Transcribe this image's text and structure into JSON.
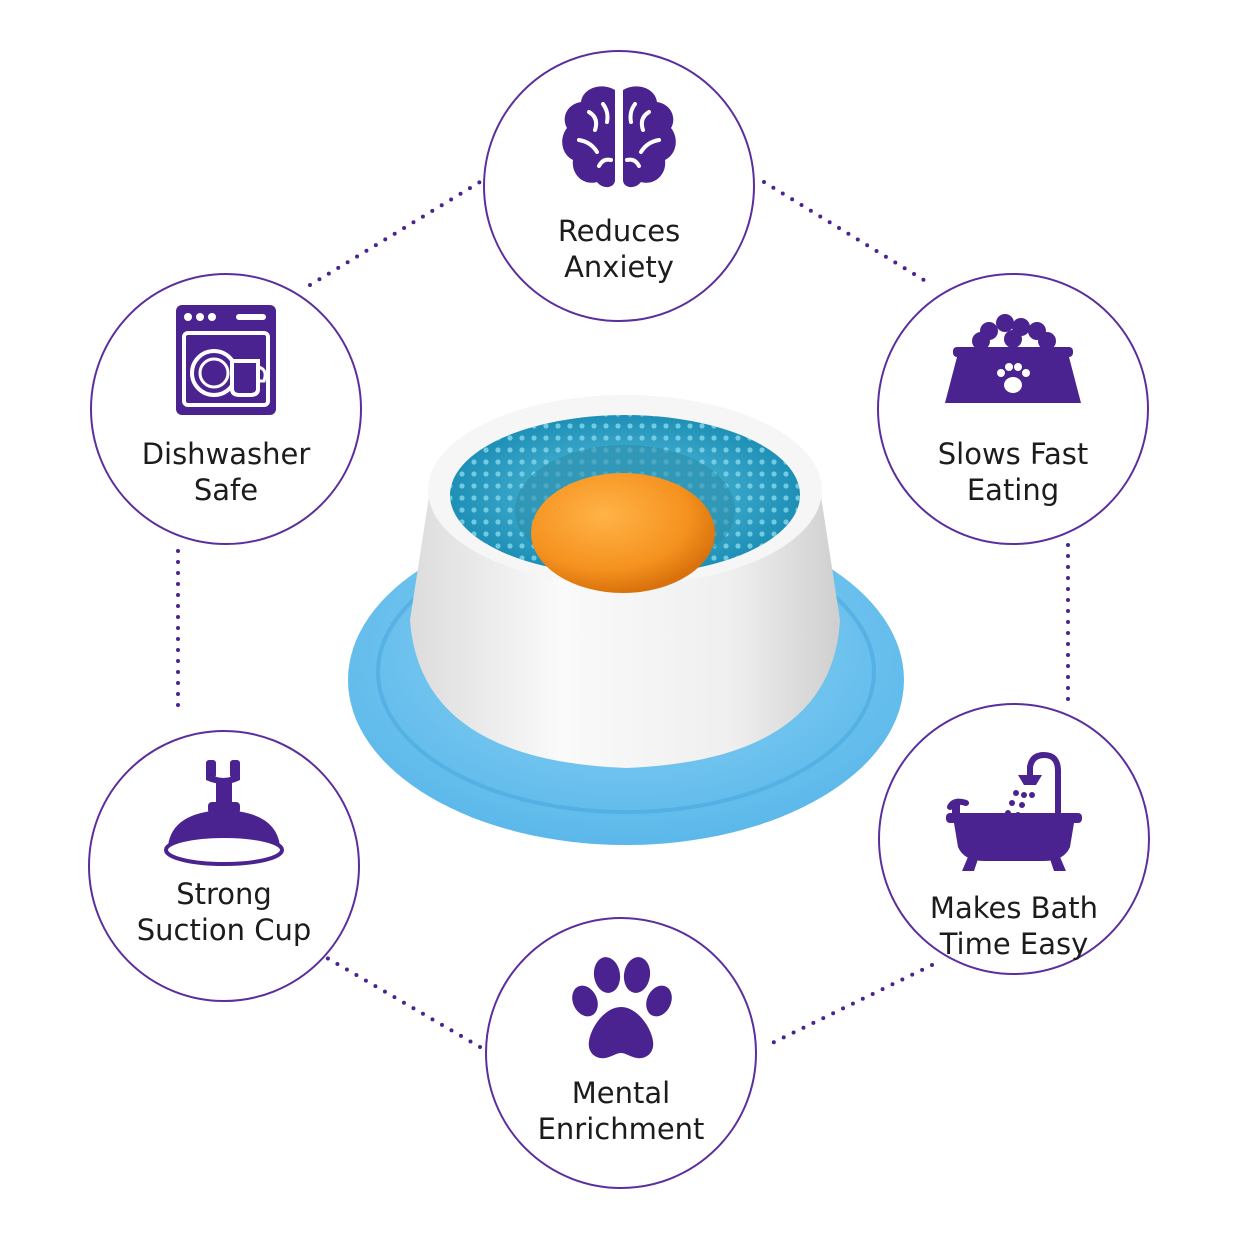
{
  "colors": {
    "accent": "#4a2390",
    "ring": "#5b2e9e",
    "text": "#1c1c1c"
  },
  "features": {
    "top": {
      "icon": "brain-icon",
      "line1": "Reduces",
      "line2": "Anxiety"
    },
    "upper_left": {
      "icon": "dishwasher-icon",
      "line1": "Dishwasher",
      "line2": "Safe"
    },
    "upper_right": {
      "icon": "food-bowl-icon",
      "line1": "Slows Fast",
      "line2": "Eating"
    },
    "lower_left": {
      "icon": "suction-cup-icon",
      "line1": "Strong",
      "line2": "Suction Cup"
    },
    "lower_right": {
      "icon": "bathtub-icon",
      "line1": "Makes Bath",
      "line2": "Time Easy"
    },
    "bottom": {
      "icon": "paw-icon",
      "line1": "Mental",
      "line2": "Enrichment"
    }
  },
  "product": {
    "name": "lick-bowl-with-ball"
  }
}
